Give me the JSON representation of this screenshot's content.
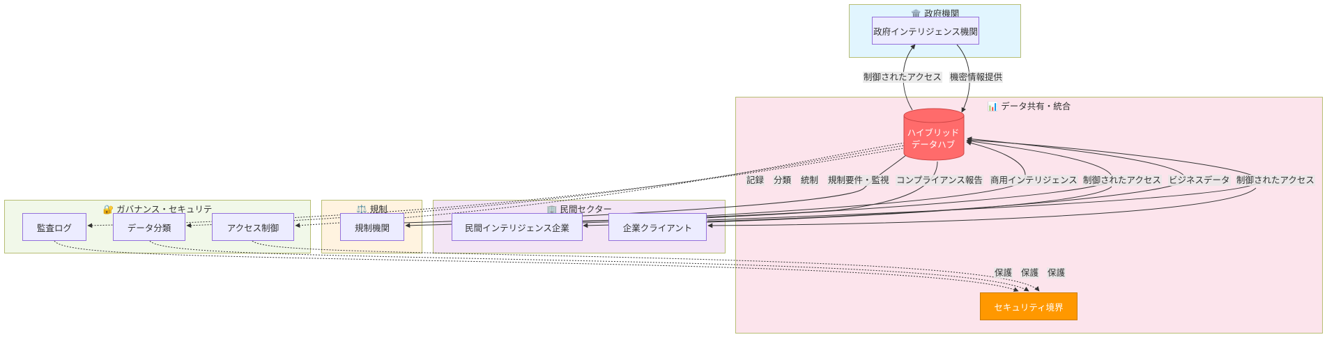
{
  "clusters": {
    "government": {
      "icon": "🏛️",
      "label": "政府機関"
    },
    "data_sharing": {
      "icon": "📊",
      "label": "データ共有・統合"
    },
    "governance": {
      "icon": "🔐",
      "label": "ガバナンス・セキュリテ"
    },
    "regulation": {
      "icon": "⚖️",
      "label": "規制"
    },
    "private": {
      "icon": "🏢",
      "label": "民間セクター"
    }
  },
  "nodes": {
    "gov_intel": "政府インテリジェンス機関",
    "hub_line1": "ハイブリッド",
    "hub_line2": "データハブ",
    "security_boundary": "セキュリティ境界",
    "audit_log": "監査ログ",
    "data_classification": "データ分類",
    "access_control": "アクセス制御",
    "regulator": "規制機関",
    "private_intel": "民間インテリジェンス企業",
    "enterprise_client": "企業クライアント"
  },
  "edges": {
    "controlled_access_1": "制御されたアクセス",
    "classified_info": "機密情報提供",
    "record": "記録",
    "classify": "分類",
    "control": "統制",
    "reg_monitor": "規制要件・監視",
    "compliance": "コンプライアンス報告",
    "commercial_intel": "商用インテリジェンス",
    "controlled_access_2": "制御されたアクセス",
    "business_data": "ビジネスデータ",
    "controlled_access_3": "制御されたアクセス",
    "protect_1": "保護",
    "protect_2": "保護",
    "protect_3": "保護"
  },
  "colors": {
    "gov_cluster_fill": "#e1f5fe",
    "data_cluster_fill": "#fce4ec",
    "governance_cluster_fill": "#f1f8e9",
    "regulation_cluster_fill": "#fff3e0",
    "private_cluster_fill": "#f3e5f5",
    "node_fill": "#ECECFF",
    "node_border": "#9370DB",
    "hub_fill": "#ff6b6b",
    "security_fill": "#ff9800"
  }
}
